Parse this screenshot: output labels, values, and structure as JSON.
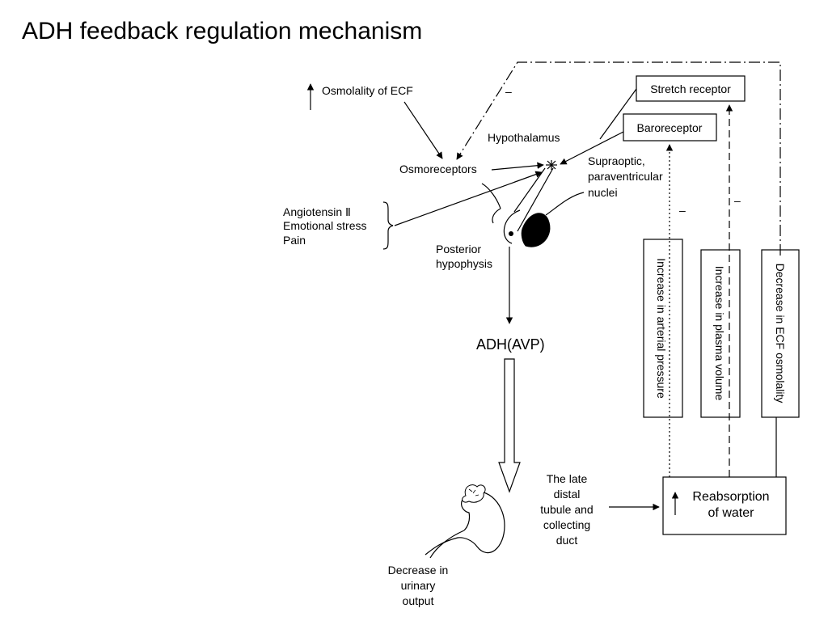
{
  "title": "ADH feedback regulation mechanism",
  "labels": {
    "osmolality_ecf": "Osmolality of ECF",
    "hypothalamus": "Hypothalamus",
    "osmoreceptors": "Osmoreceptors",
    "supraoptic_1": "Supraoptic,",
    "supraoptic_2": "paraventricular",
    "supraoptic_3": "nuclei",
    "stimuli": [
      "Angiotensin Ⅱ",
      "Emotional stress",
      "Pain"
    ],
    "posterior_1": "Posterior",
    "posterior_2": "hypophysis",
    "adh": "ADH(AVP)",
    "late_distal": [
      "The late",
      "distal",
      "tubule and",
      "collecting",
      "duct"
    ],
    "decrease_output": [
      "Decrease in",
      "urinary",
      "output"
    ],
    "reabsorption": [
      "Reabsorption",
      "of water"
    ]
  },
  "boxes": {
    "stretch_receptor": "Stretch receptor",
    "baroreceptor": "Baroreceptor",
    "arterial_pressure": "Increase in arterial pressure",
    "plasma_volume": "Increase in plasma volume",
    "ecf_osmolality": "Decrease in ECF osmolality"
  },
  "signs": {
    "minus": "–"
  },
  "icons": {
    "up_arrow": "up-arrow-icon",
    "brain": "pituitary-icon",
    "kidney": "kidney-icon"
  },
  "colors": {
    "ink": "#000000",
    "background": "#ffffff"
  }
}
